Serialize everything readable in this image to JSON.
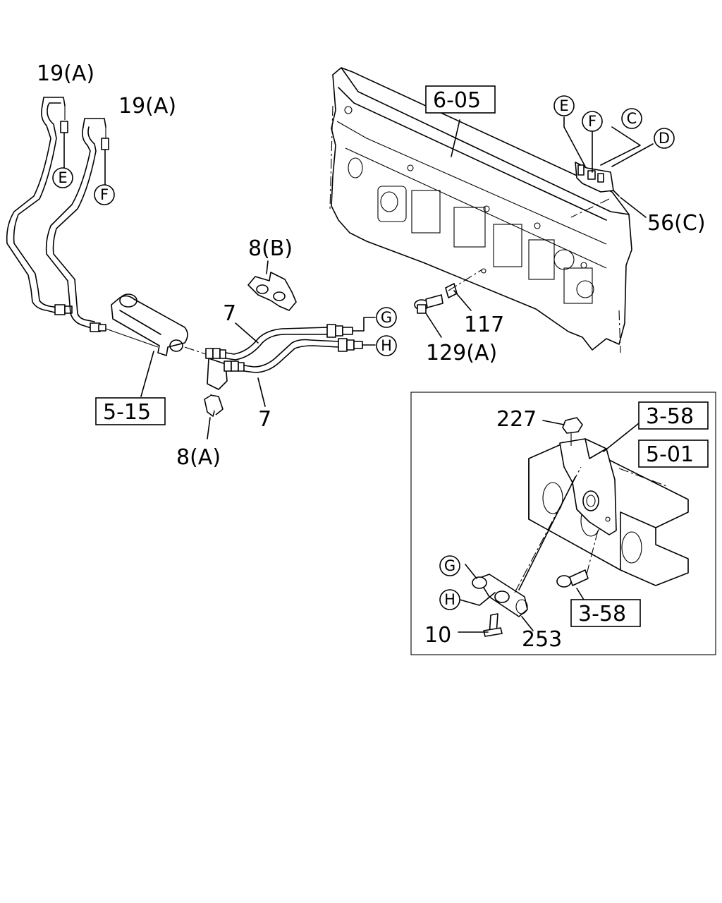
{
  "labels": {
    "clip_a": "19(A)",
    "clip_b": "19(A)",
    "panel_ref": "6-05",
    "clamp_b": "8(B)",
    "pipe_upper": "7",
    "pipe_lower": "7",
    "part_117": "117",
    "part_129": "129(A)",
    "part_56": "56(C)",
    "frame_ref_left": "5-15",
    "clamp_a": "8(A)",
    "part_227": "227",
    "bracket_ref_top": "3-58",
    "frame_ref_right": "5-01",
    "bracket_ref_bottom": "3-58",
    "part_10": "10",
    "part_253": "253"
  },
  "connectors": {
    "e": "E",
    "f": "F",
    "c": "C",
    "d": "D",
    "g": "G",
    "h": "H"
  }
}
